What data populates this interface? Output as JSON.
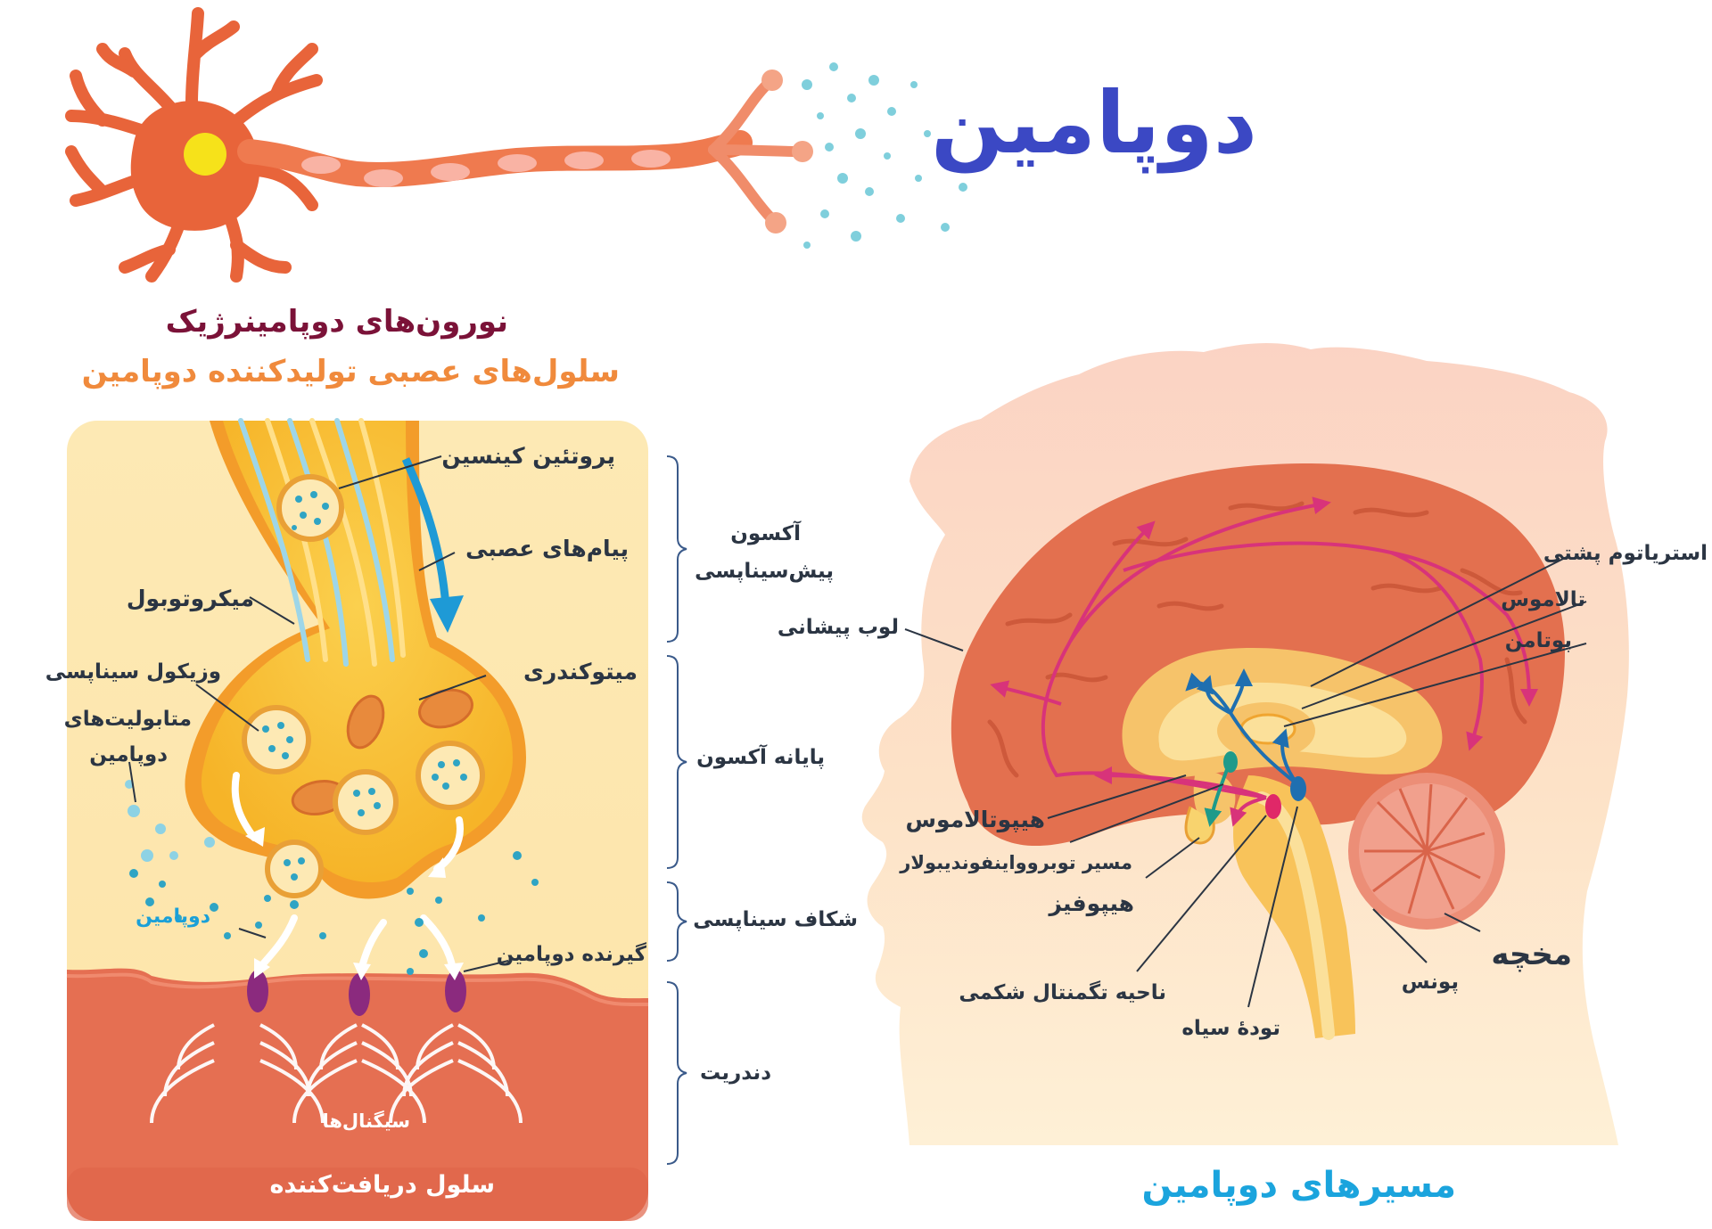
{
  "title": "دوپامین",
  "neuron": {
    "title": "نورون‌های دوپامینرژیک",
    "subtitle": "سلول‌های عصبی تولیدکننده دوپامین"
  },
  "synapse": {
    "protein_kinase": "پروتئین کینسین",
    "nerve_messages": "پیام‌های عصبی",
    "microtubule": "میکروتوبول",
    "synaptic_vesicle": "وزیکول سیناپسی",
    "mitochondria": "میتوکندری",
    "metabolites_line1": "متابولیت‌های",
    "metabolites_line2": "دوپامین",
    "dopamine": "دوپامین",
    "dopamine_receptor": "گیرنده دوپامین",
    "signals": "سیگنال‌ها",
    "receiving_cell": "سلول دریافت‌کننده"
  },
  "brackets": {
    "presynaptic_axon_line1": "آکسون",
    "presynaptic_axon_line2": "پیش‌سیناپسی",
    "axon_terminal": "پایانه آکسون",
    "synaptic_cleft": "شکاف سیناپسی",
    "dendrite": "دندریت"
  },
  "brain": {
    "dorsal_striatum": "استریاتوم پشتی",
    "thalamus": "تالاموس",
    "putamen": "پوتامن",
    "frontal_lobe": "لوب پیشانی",
    "hypothalamus": "هیپوتالاموس",
    "tuberoinfundibular": "مسیر توبروواینفوندیبولار",
    "pituitary": "هیپوفیز",
    "cerebellum": "مخچه",
    "pons": "پونس",
    "vta": "ناحیه تگمنتال شکمی",
    "substantia_nigra": "تودهٔ سیاه",
    "pathways_title": "مسیرهای دوپامین"
  },
  "colors": {
    "title_blue": "#3b48c4",
    "neuron_orange": "#e8643a",
    "neuron_nucleus": "#f6e21a",
    "synapse_bg": "#fbe3a2",
    "terminal_yellow": "#f9c23c",
    "receiving_cell": "#e56f52",
    "brain_orange": "#e3704f",
    "pathway_magenta": "#d8337a",
    "head_peach": "#fbdccd",
    "dopamine_dot": "#2fa4c4"
  }
}
